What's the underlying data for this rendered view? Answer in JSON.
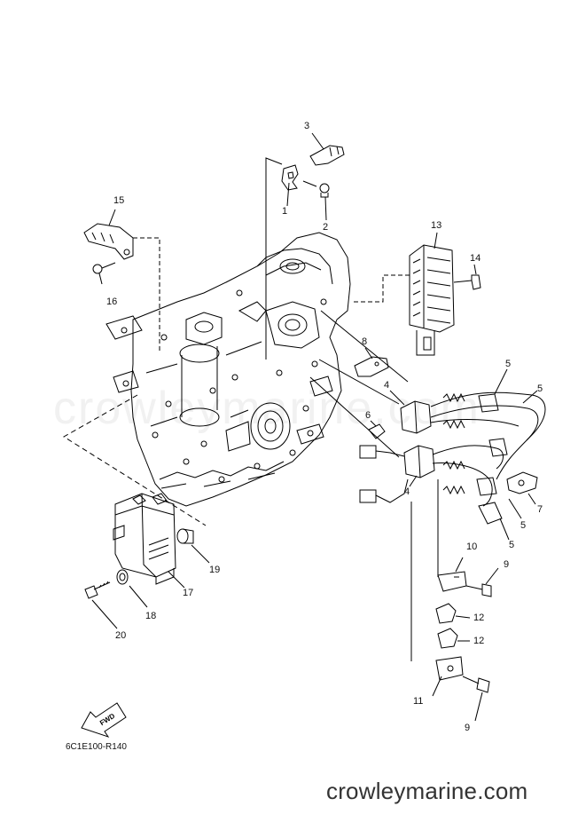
{
  "diagram": {
    "part_code": "6C1E100-R140",
    "watermark": "crowleymarine.com",
    "brand": "crowleymarine.com",
    "fwd_label": "FWD",
    "callouts": [
      {
        "id": "c1",
        "label": "1"
      },
      {
        "id": "c2",
        "label": "2"
      },
      {
        "id": "c3",
        "label": "3"
      },
      {
        "id": "c4a",
        "label": "4"
      },
      {
        "id": "c4b",
        "label": "4"
      },
      {
        "id": "c5a",
        "label": "5"
      },
      {
        "id": "c5b",
        "label": "5"
      },
      {
        "id": "c5c",
        "label": "5"
      },
      {
        "id": "c5d",
        "label": "5"
      },
      {
        "id": "c6",
        "label": "6"
      },
      {
        "id": "c7",
        "label": "7"
      },
      {
        "id": "c8",
        "label": "8"
      },
      {
        "id": "c9a",
        "label": "9"
      },
      {
        "id": "c9b",
        "label": "9"
      },
      {
        "id": "c10",
        "label": "10"
      },
      {
        "id": "c11",
        "label": "11"
      },
      {
        "id": "c12a",
        "label": "12"
      },
      {
        "id": "c12b",
        "label": "12"
      },
      {
        "id": "c13",
        "label": "13"
      },
      {
        "id": "c14",
        "label": "14"
      },
      {
        "id": "c15",
        "label": "15"
      },
      {
        "id": "c16",
        "label": "16"
      },
      {
        "id": "c17",
        "label": "17"
      },
      {
        "id": "c18",
        "label": "18"
      },
      {
        "id": "c19",
        "label": "19"
      },
      {
        "id": "c20",
        "label": "20"
      }
    ]
  }
}
